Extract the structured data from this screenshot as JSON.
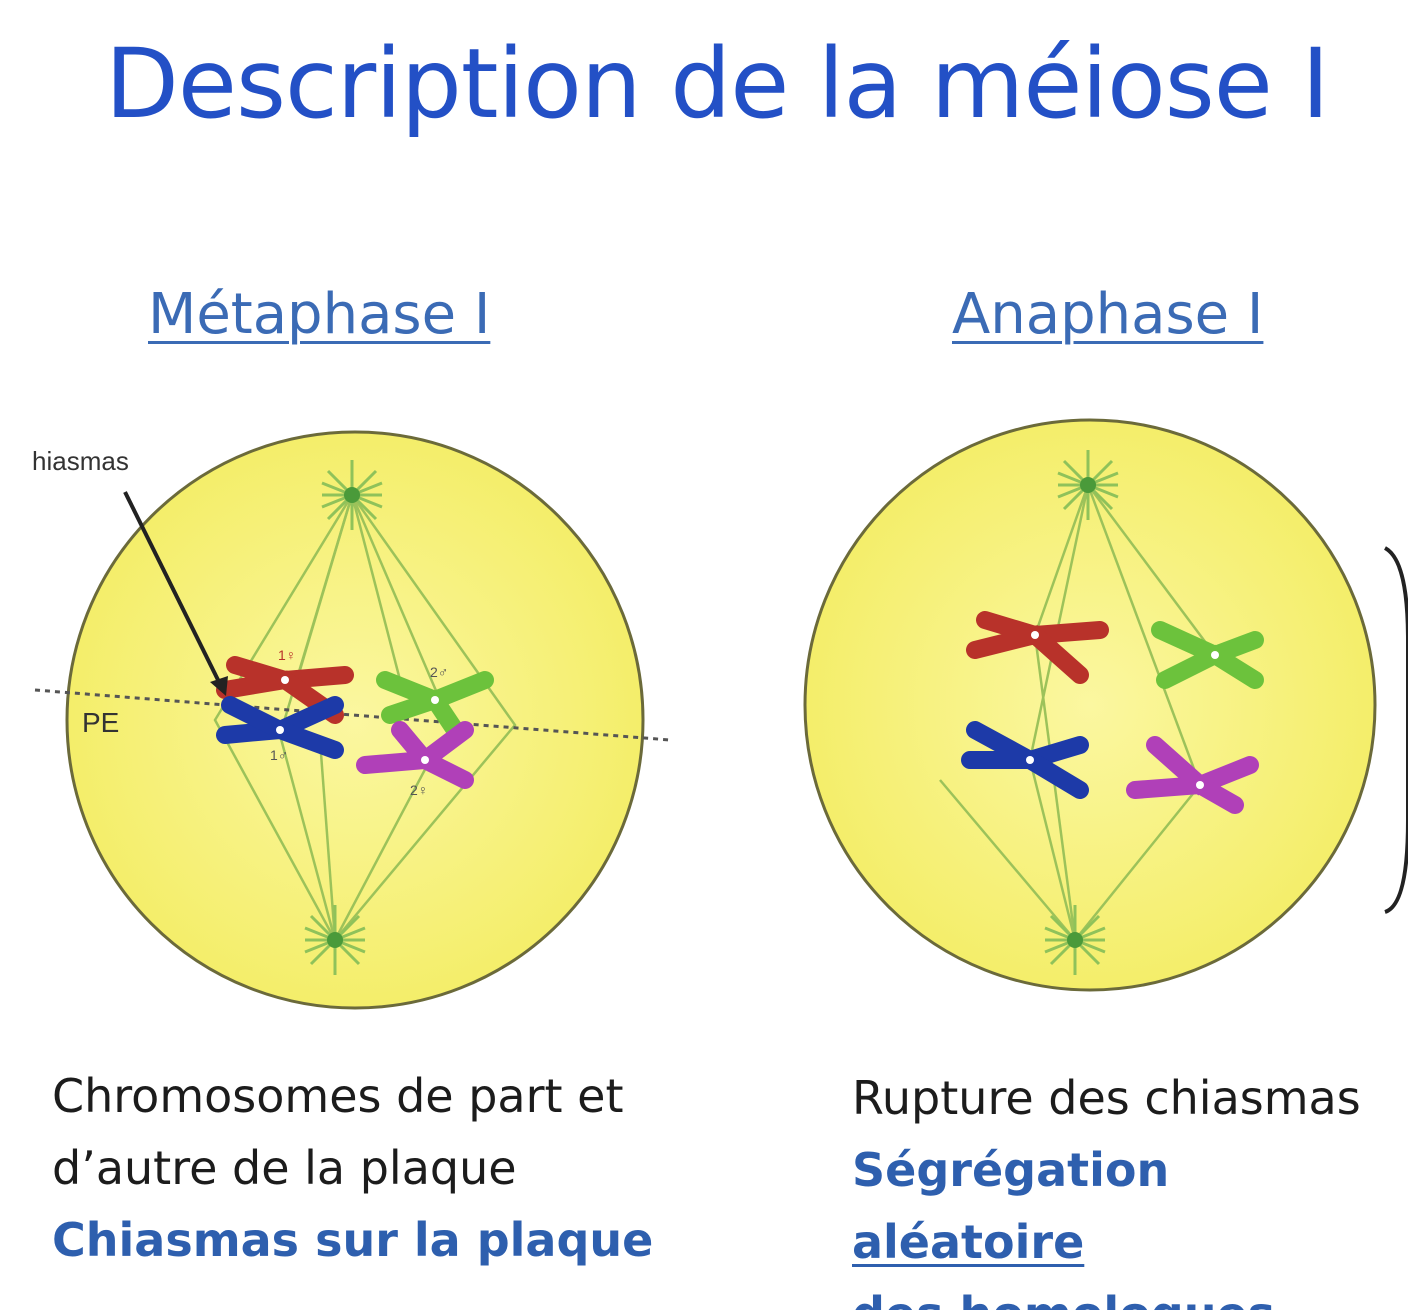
{
  "title": "Description de la méiose I",
  "left": {
    "heading": "Métaphase I",
    "labels": {
      "chiasmas": "hiasmas",
      "plate": "PE",
      "chr_red": "1♀",
      "chr_blue": "1♂",
      "chr_green": "2♂",
      "chr_purple": "2♀"
    },
    "caption_line1": "Chromosomes de part et",
    "caption_line2": "d’autre de la plaque",
    "caption_line3": "Chiasmas sur la plaque"
  },
  "right": {
    "heading": "Anaphase I",
    "caption_line1": "Rupture des chiasmas",
    "caption_line2a": "Ségrégation ",
    "caption_line2b": "aléatoire",
    "caption_line3": "des homologues"
  },
  "colors": {
    "cell": "#f7f27a",
    "spindle": "#9cc25a",
    "red": "#b8322a",
    "blue": "#1d3aa8",
    "green": "#6cc23c",
    "purple": "#b040b8"
  }
}
